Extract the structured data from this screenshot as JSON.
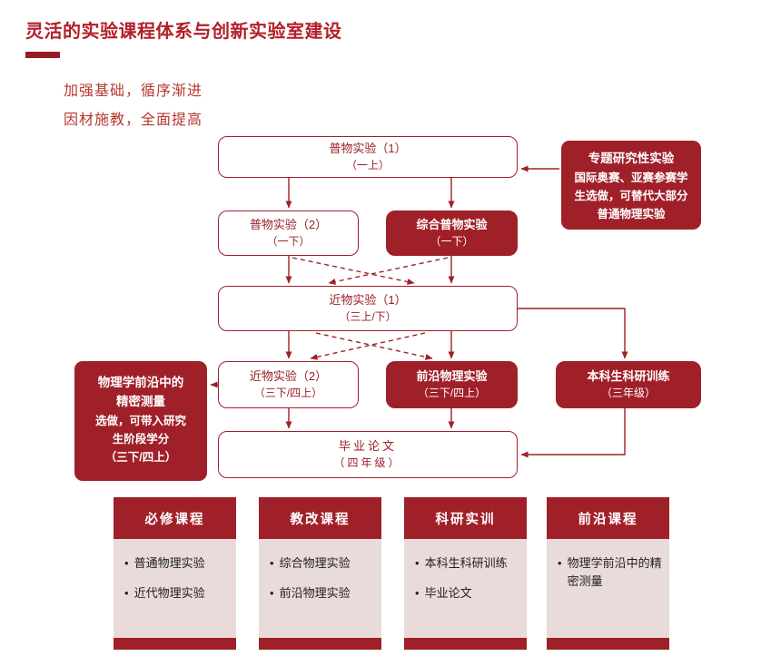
{
  "title": "灵活的实验课程体系与创新实验室建设",
  "slogans": [
    "加强基础，循序渐进",
    "因材施教，全面提高"
  ],
  "bullet": "•",
  "flow": {
    "pw1": {
      "name": "普物实验（1）",
      "term": "（一上）"
    },
    "pw2": {
      "name": "普物实验（2）",
      "term": "（一下）"
    },
    "zonghe": {
      "name": "综合普物实验",
      "term": "（一下）"
    },
    "jw1": {
      "name": "近物实验（1）",
      "term": "（三上/下）"
    },
    "jw2": {
      "name": "近物实验（2）",
      "term": "（三下/四上）"
    },
    "qianyan": {
      "name": "前沿物理实验",
      "term": "（三下/四上）"
    },
    "keyan": {
      "name": "本科生科研训练",
      "term": "（三年级）"
    },
    "lunwen": {
      "name": "毕业论文",
      "term": "（四年级）"
    },
    "note_right": {
      "title": "专题研究性实验",
      "body": "国际奥赛、亚赛参赛学生选做，可替代大部分普通物理实验"
    },
    "note_left": {
      "title_line1": "物理学前沿中的",
      "title_line2": "精密测量",
      "body_line1": "选做，可带入研究",
      "body_line2": "生阶段学分",
      "body_line3": "（三下/四上）"
    }
  },
  "columns": [
    {
      "header": "必修课程",
      "items": [
        "普通物理实验",
        "近代物理实验"
      ]
    },
    {
      "header": "教改课程",
      "items": [
        "综合物理实验",
        "前沿物理实验"
      ]
    },
    {
      "header": "科研实训",
      "items": [
        "本科生科研训练",
        "毕业论文"
      ]
    },
    {
      "header": "前沿课程",
      "items": [
        "物理学前沿中的精密测量"
      ]
    }
  ],
  "colors": {
    "primary": "#a02029",
    "light_panel": "#e9dbda"
  }
}
